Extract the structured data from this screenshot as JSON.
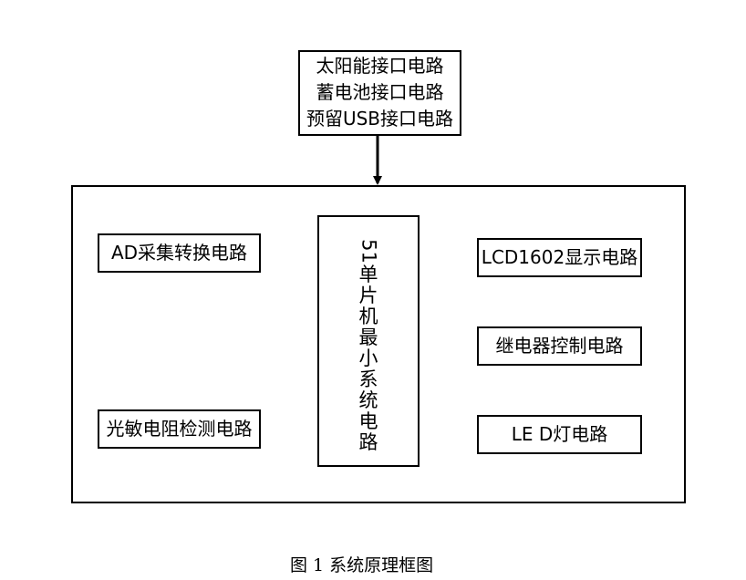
{
  "top_box": {
    "lines": [
      "太阳能接口电路",
      "蓄电池接口电路",
      "预留USB接口电路"
    ]
  },
  "inputs": {
    "ad": "AD采集转换电路",
    "photo": "光敏电阻检测电路"
  },
  "mcu": {
    "number": "51",
    "chars": [
      "单",
      "片",
      "机",
      "最",
      "小",
      "系",
      "统",
      "电",
      "路"
    ]
  },
  "outputs": {
    "lcd": "LCD1602显示电路",
    "relay": "继电器控制电路",
    "led": "LE D灯电路"
  },
  "caption": "图 1   系统原理框图"
}
